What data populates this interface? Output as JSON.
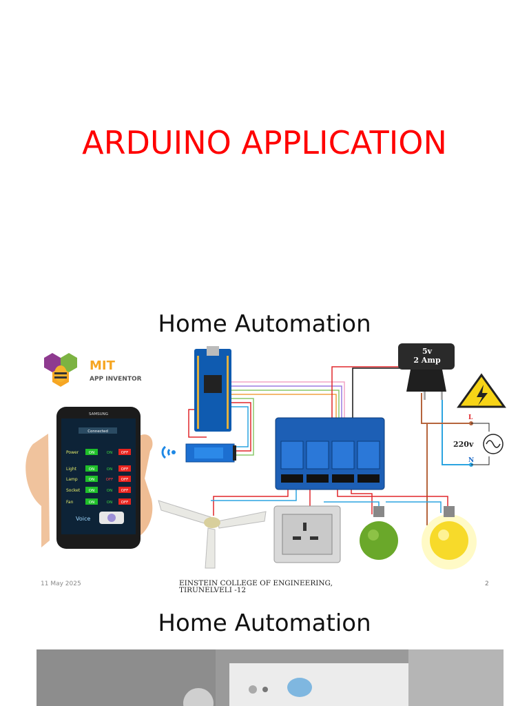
{
  "slide1": {
    "title": "ARDUINO APPLICATION"
  },
  "slide2": {
    "title": "Home Automation",
    "diagram": {
      "mit_logo_line1": "MIT",
      "mit_logo_line2": "APP INVENTOR",
      "phone": {
        "brand": "SAMSUNG",
        "status": "Connected",
        "rows": [
          {
            "label": "Power",
            "on": "ON",
            "on2": "ON",
            "off": "OFF"
          },
          {
            "label": "Light",
            "on": "ON",
            "on2": "ON",
            "off": "OFF"
          },
          {
            "label": "Lamp",
            "on": "ON",
            "on2": "OFF",
            "off": "OFF"
          },
          {
            "label": "Socket",
            "on": "ON",
            "on2": "ON",
            "off": "OFF"
          },
          {
            "label": "Fan",
            "on": "ON",
            "on2": "ON",
            "off": "OFF"
          }
        ],
        "voice_label": "Voice"
      },
      "adapter_line1": "5v",
      "adapter_line2": "2 Amp",
      "mains_l": "L",
      "mains_n": "N",
      "mains_voltage": "220v"
    },
    "footer": {
      "date": "11 May 2025",
      "institution": "EINSTEIN COLLEGE OF ENGINEERING, TIRUNELVELI -12",
      "page_number": "2"
    }
  },
  "slide3": {
    "title": "Home Automation"
  },
  "colors": {
    "title_red": "#ff0000",
    "wire_red": "#e0262a",
    "wire_blue": "#2aa3e0",
    "wire_brown": "#b5643c",
    "relay_blue": "#1d5fb5"
  }
}
